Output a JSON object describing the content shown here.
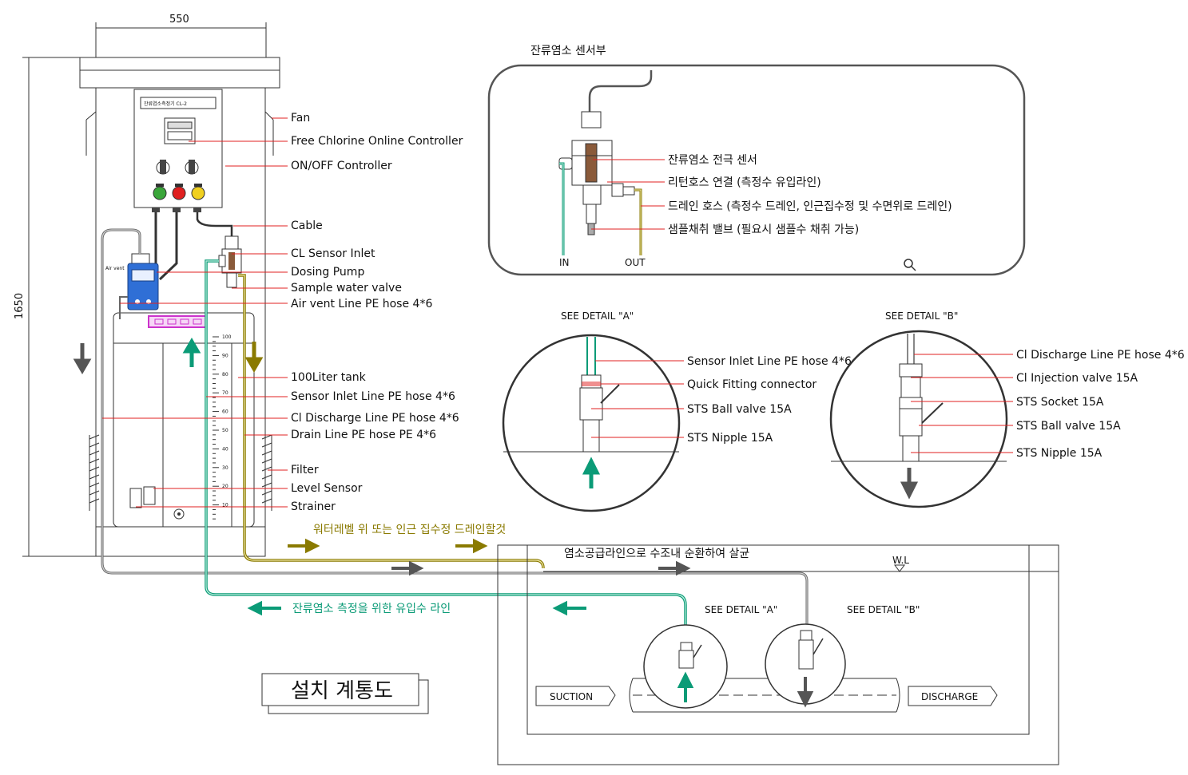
{
  "dimensions": {
    "width_label": "550",
    "height_label": "1650"
  },
  "panel": {
    "name_plate": "잔류염소측정기 CL-2",
    "air_vent": "Air vent"
  },
  "callouts_left": [
    "Fan",
    "Free Chlorine Online Controller",
    "ON/OFF Controller",
    "Cable",
    "CL Sensor Inlet",
    "Dosing Pump",
    "Sample water valve",
    "Air vent Line PE hose 4*6",
    "100Liter tank",
    "Sensor Inlet Line PE hose 4*6",
    "Cl Discharge Line PE hose 4*6",
    "Drain Line PE hose PE 4*6",
    "Filter",
    "Level Sensor",
    "Strainer"
  ],
  "sensor_box": {
    "title": "잔류염소 센서부",
    "labels": [
      "잔류염소 전극 센서",
      "리턴호스 연결 (측정수 유입라인)",
      "드레인 호스 (측정수 드레인, 인근집수정 및 수면위로 드레인)",
      "샘플채취 밸브 (필요시 샘플수 채취 가능)"
    ],
    "in_label": "IN",
    "out_label": "OUT",
    "magnifier": "magnifier-icon"
  },
  "detail_a": {
    "title": "SEE DETAIL \"A\"",
    "labels": [
      "Sensor Inlet Line PE hose 4*6",
      "Quick Fitting connector",
      "STS Ball valve 15A",
      "STS Nipple 15A"
    ]
  },
  "detail_b": {
    "title": "SEE DETAIL \"B\"",
    "labels": [
      "Cl Discharge Line PE hose 4*6",
      "Cl Injection valve 15A",
      "STS Socket 15A",
      "STS Ball valve 15A",
      "STS Nipple 15A"
    ]
  },
  "flow": {
    "drain_note": "워터레벨 위 또는 인근 집수정 드레인할것",
    "supply_note": "염소공급라인으로 수조내 순환하여 살균",
    "inlet_note": "잔류염소 측정을 위한  유입수 라인",
    "wl": "W.L",
    "detail_a_small": "SEE DETAIL \"A\"",
    "detail_b_small": "SEE DETAIL \"B\"",
    "suction": "SUCTION",
    "discharge": "DISCHARGE"
  },
  "tank_scale": [
    "100",
    "90",
    "80",
    "70",
    "60",
    "50",
    "40",
    "30",
    "20",
    "10"
  ],
  "diagram_title": "설치 계통도",
  "colors": {
    "green": "#0b9b77",
    "olive": "#8a7a00",
    "gray": "#555555",
    "red": "#e02020",
    "magenta": "#cc33cc",
    "pump_blue": "#2f6fd6"
  }
}
